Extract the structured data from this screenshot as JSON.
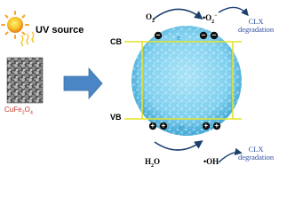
{
  "labels": {
    "uv_source": "UV source",
    "catalyst_main": "CuFe",
    "catalyst_sub1": "2",
    "catalyst_mid": "O",
    "catalyst_sub2": "4",
    "cb": "CB",
    "vb": "VB",
    "o2_main": "O",
    "o2_sub": "2",
    "o2rad_main": "•O",
    "o2rad_sub": "2",
    "o2rad_sup": "−",
    "h2o_h": "H",
    "h2o_sub": "2",
    "h2o_o": "O",
    "oh_radical": "•OH",
    "electron_label": "e⁻",
    "hole_label": "h⁺",
    "degradation_top_line1": "CLX",
    "degradation_top_line2": "degradation",
    "degradation_bottom_line1": "CLX",
    "degradation_bottom_line2": "degradation",
    "electron_sign": "−",
    "hole_sign": "+"
  },
  "icons": {
    "sun": "sun-icon",
    "sem_image": "sem-micrograph",
    "arrow": "right-arrow"
  },
  "colors": {
    "sun_yellow": "#f7c325",
    "sun_orange": "#e8741a",
    "band_line": "#e3e32a",
    "particle_fill": "#7fd0ef",
    "particle_fill_dark": "#3fa6d4",
    "main_arrow": "#4a86c5",
    "curve_arrow": "#1c3f6e",
    "degradation_text": "#2f4f9f",
    "catalyst_text": "#c0392b"
  }
}
